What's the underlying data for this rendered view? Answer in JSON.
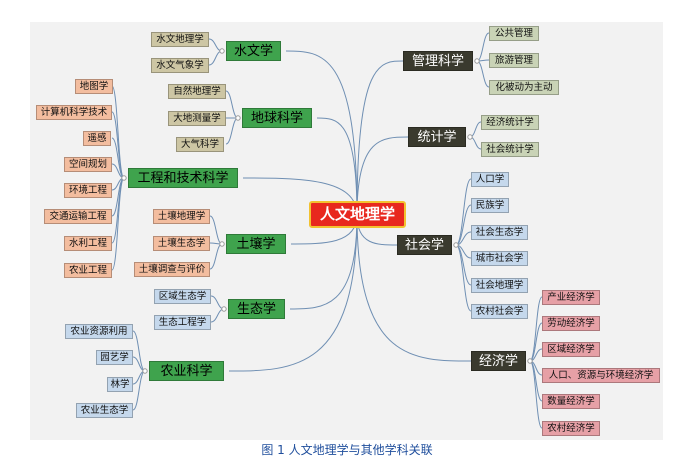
{
  "center": "人文地理学",
  "branches": {
    "hydrology": {
      "label": "水文学",
      "leaves": [
        "水文地理学",
        "水文气象学"
      ]
    },
    "earth": {
      "label": "地球科学",
      "leaves": [
        "自然地理学",
        "大地测量学",
        "大气科学"
      ]
    },
    "engineering": {
      "label": "工程和技术科学",
      "leaves": [
        "地图学",
        "计算机科学技术",
        "遥感",
        "空间规划",
        "环境工程",
        "交通运输工程",
        "水利工程",
        "农业工程"
      ]
    },
    "soil": {
      "label": "土壤学",
      "leaves": [
        "土壤地理学",
        "土壤生态学",
        "土壤调查与评价"
      ]
    },
    "ecology": {
      "label": "生态学",
      "leaves": [
        "区域生态学",
        "生态工程学"
      ]
    },
    "agriculture": {
      "label": "农业科学",
      "leaves": [
        "农业资源利用",
        "园艺学",
        "林学",
        "农业生态学"
      ]
    },
    "management": {
      "label": "管理科学",
      "leaves": [
        "公共管理",
        "旅游管理",
        "化被动为主动"
      ]
    },
    "statistics": {
      "label": "统计学",
      "leaves": [
        "经济统计学",
        "社会统计学"
      ]
    },
    "sociology": {
      "label": "社会学",
      "leaves": [
        "人口学",
        "民族学",
        "社会生态学",
        "城市社会学",
        "社会地理学",
        "农村社会学"
      ]
    },
    "economics": {
      "label": "经济学",
      "leaves": [
        "产业经济学",
        "劳动经济学",
        "区域经济学",
        "人口、资源与环境经济学",
        "数量经济学",
        "农村经济学"
      ]
    }
  },
  "caption": "图 1 人文地理学与其他学科关联",
  "colors": {
    "center_fill": "#e8281e",
    "center_border": "#f2c230",
    "left_branch": "#3fa34d",
    "right_branch": "#3a3a2e",
    "link": "#6f8fb3"
  }
}
